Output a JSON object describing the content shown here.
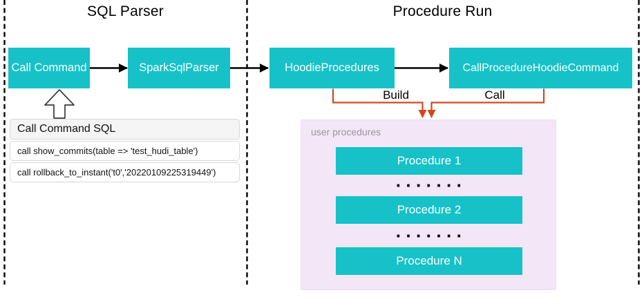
{
  "titles": {
    "left": "SQL Parser",
    "right": "Procedure Run"
  },
  "nodes": {
    "call_command": "Call Command",
    "spark_sql_parser": "SparkSqlParser",
    "hoodie_procedures": "HoodieProcedures",
    "call_procedure_hoodie_command": "CallProcedureHoodieCommand"
  },
  "edge_labels": {
    "build": "Build",
    "call": "Call"
  },
  "sql_panel": {
    "title": "Call Command SQL",
    "statements": [
      "call show_commits(table => 'test_hudi_table')",
      "call rollback_to_instant('t0','20220109225319449')"
    ]
  },
  "procedures": {
    "label": "user procedures",
    "items": [
      "Procedure 1",
      "Procedure 2",
      "Procedure N"
    ],
    "ellipsis": "·······"
  },
  "colors": {
    "node_fill": "#16c2c8",
    "node_text": "#ffffff",
    "arrow_black": "#000000",
    "connector_orange": "#d1481c",
    "container_fill": "#f3e6f7",
    "container_label_text": "#999999",
    "panel_header_fill": "#f5f5f5",
    "panel_border": "#d8d8d8",
    "dashed_boundary": "#000000"
  }
}
